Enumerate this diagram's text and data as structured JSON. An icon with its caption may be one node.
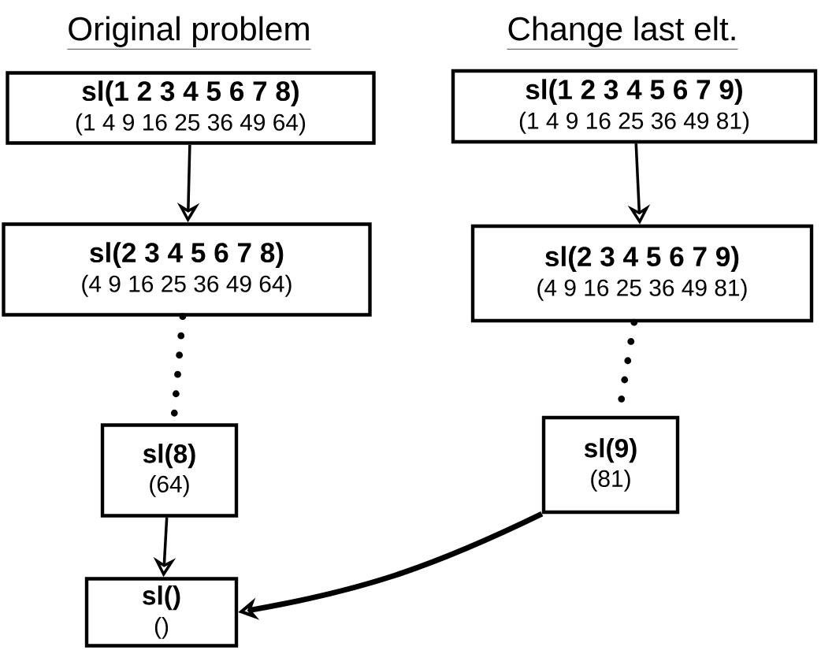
{
  "diagram": {
    "nodes": [
      {
        "text": [
          "sl(1 2 3 4 5 6 7 8)",
          "(1 4 9 16 25 36 49 64)"
        ]
      },
      {
        "text": [
          "sl(2 3 4 5 6 7 8)",
          "(4 9 16 25 36 49 64)"
        ]
      },
      {
        "text": [
          "sl(8)",
          "(64)"
        ]
      },
      {
        "text": [
          "sl()",
          "()"
        ]
      },
      {
        "text": [
          "sl(1 2 3 4 5 6 7 9)",
          "(1 4 9 16 25 36 49 81)"
        ]
      },
      {
        "text": [
          "sl(2 3 4 5 6 7 9)",
          "(4 9 16 25 36 49 81)"
        ]
      },
      {
        "text": [
          "sl(9)",
          "(81)"
        ]
      }
    ],
    "edges": [
      {
        "from": 0,
        "to": 1,
        "arrow": "to"
      },
      {
        "from": 1,
        "to": 2,
        "arrow": "none",
        "style": "dashed"
      },
      {
        "from": 2,
        "to": 3,
        "arrow": "to"
      },
      {
        "from": 4,
        "to": 5,
        "arrow": "to"
      },
      {
        "from": 5,
        "to": 6,
        "arrow": "none",
        "style": "dashed"
      },
      {
        "from": 6,
        "to": 3,
        "arrow": "to",
        "style": "thick"
      }
    ],
    "labels": [
      "Original problem",
      "Change last elt."
    ]
  }
}
